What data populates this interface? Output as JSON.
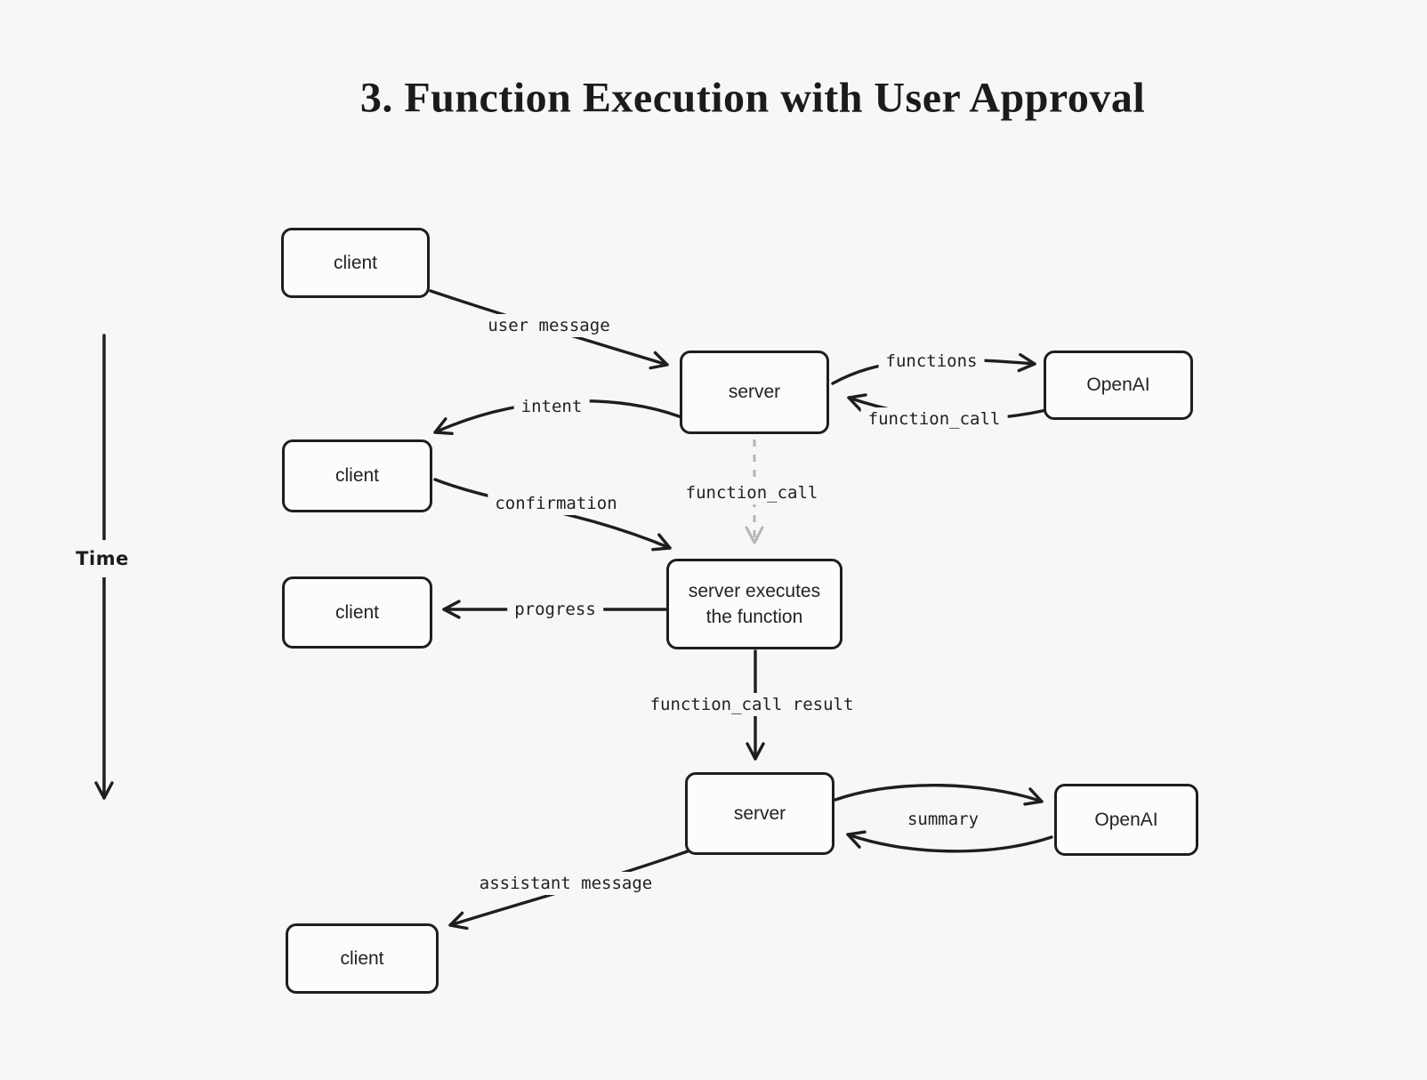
{
  "title": "3. Function Execution with User Approval",
  "colors": {
    "background": "#f7f7f8",
    "node_fill": "#fcfcfd",
    "stroke": "#1e1e1e",
    "dashed_stroke": "#b5b5b8"
  },
  "time_axis": {
    "label": "Time"
  },
  "nodes": [
    {
      "id": "client-1",
      "label": "client"
    },
    {
      "id": "server-1",
      "label": "server"
    },
    {
      "id": "openai-1",
      "label": "OpenAI"
    },
    {
      "id": "client-2",
      "label": "client"
    },
    {
      "id": "server-exec",
      "label": "server executes the function"
    },
    {
      "id": "client-3",
      "label": "client"
    },
    {
      "id": "server-2",
      "label": "server"
    },
    {
      "id": "openai-2",
      "label": "OpenAI"
    },
    {
      "id": "client-4",
      "label": "client"
    }
  ],
  "edges": [
    {
      "id": "user-message",
      "label": "user message",
      "from": "client-1",
      "to": "server-1",
      "style": "solid"
    },
    {
      "id": "functions",
      "label": "functions",
      "from": "server-1",
      "to": "openai-1",
      "style": "solid"
    },
    {
      "id": "function-call-return",
      "label": "function_call",
      "from": "openai-1",
      "to": "server-1",
      "style": "solid"
    },
    {
      "id": "intent",
      "label": "intent",
      "from": "server-1",
      "to": "client-2",
      "style": "solid"
    },
    {
      "id": "confirmation",
      "label": "confirmation",
      "from": "client-2",
      "to": "server-exec",
      "style": "solid"
    },
    {
      "id": "function-call-internal",
      "label": "function_call",
      "from": "server-1",
      "to": "server-exec",
      "style": "dashed"
    },
    {
      "id": "progress",
      "label": "progress",
      "from": "server-exec",
      "to": "client-3",
      "style": "solid"
    },
    {
      "id": "function-call-result",
      "label": "function_call result",
      "from": "server-exec",
      "to": "server-2",
      "style": "solid"
    },
    {
      "id": "summary",
      "label": "summary",
      "from": "server-2",
      "to": "openai-2",
      "style": "solid",
      "bidirectional": true
    },
    {
      "id": "assistant-message",
      "label": "assistant message",
      "from": "server-2",
      "to": "client-4",
      "style": "solid"
    }
  ]
}
